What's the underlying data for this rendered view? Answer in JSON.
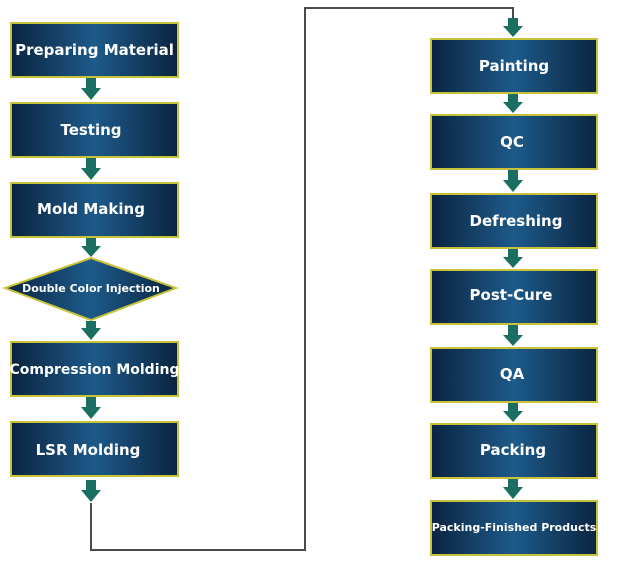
{
  "colors": {
    "box_dark": "#0b2440",
    "box_light": "#1d5a8a",
    "box_border": "#c8c23a",
    "arrow": "#1a6e62",
    "connector": "#4a4a4a",
    "text": "#ffffff"
  },
  "left_column": {
    "steps": [
      {
        "label": "Preparing Material",
        "shape": "rectangle"
      },
      {
        "label": "Testing",
        "shape": "rectangle"
      },
      {
        "label": "Mold Making",
        "shape": "rectangle"
      },
      {
        "label": "Double Color Injection",
        "shape": "diamond"
      },
      {
        "label": "Compression Molding",
        "shape": "rectangle"
      },
      {
        "label": "LSR Molding",
        "shape": "rectangle"
      }
    ]
  },
  "right_column": {
    "steps": [
      {
        "label": "Painting",
        "shape": "rectangle"
      },
      {
        "label": "QC",
        "shape": "rectangle"
      },
      {
        "label": "Defreshing",
        "shape": "rectangle"
      },
      {
        "label": "Post-Cure",
        "shape": "rectangle"
      },
      {
        "label": "QA",
        "shape": "rectangle"
      },
      {
        "label": "Packing",
        "shape": "rectangle"
      },
      {
        "label": "Packing-Finished Products",
        "shape": "rectangle"
      }
    ]
  }
}
